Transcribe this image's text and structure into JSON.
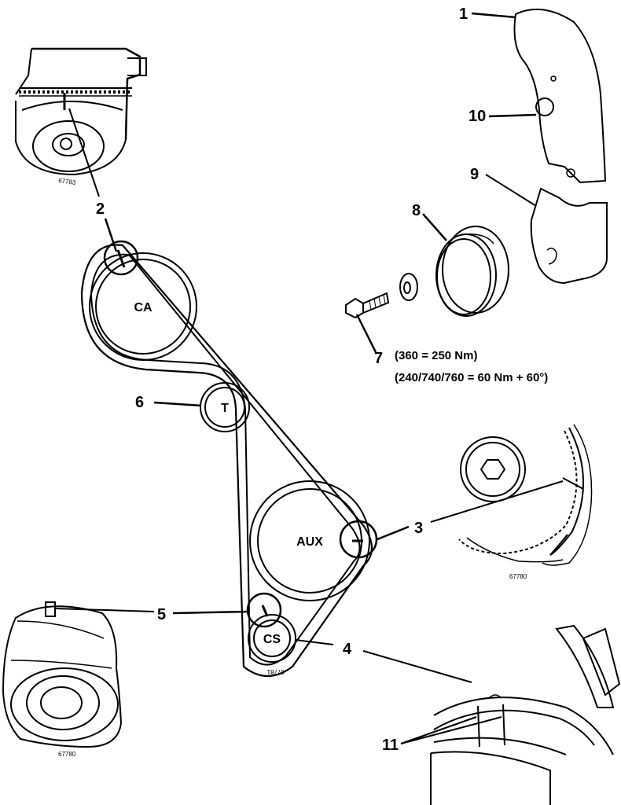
{
  "pulleys": {
    "ca": "CA",
    "t": "T",
    "aux": "AUX",
    "cs": "CS"
  },
  "callouts": {
    "n1": "1",
    "n2": "2",
    "n3": "3",
    "n4": "4",
    "n5": "5",
    "n6": "6",
    "n7": "7",
    "n8": "8",
    "n9": "9",
    "n10": "10",
    "n11": "11"
  },
  "torque": {
    "line1": "(360 = 250 Nm)",
    "line2": "(240/740/760 = 60 Nm + 60°)"
  },
  "figure_codes": {
    "top_left": "67783",
    "center": "67781",
    "bottom_left": "67780"
  }
}
